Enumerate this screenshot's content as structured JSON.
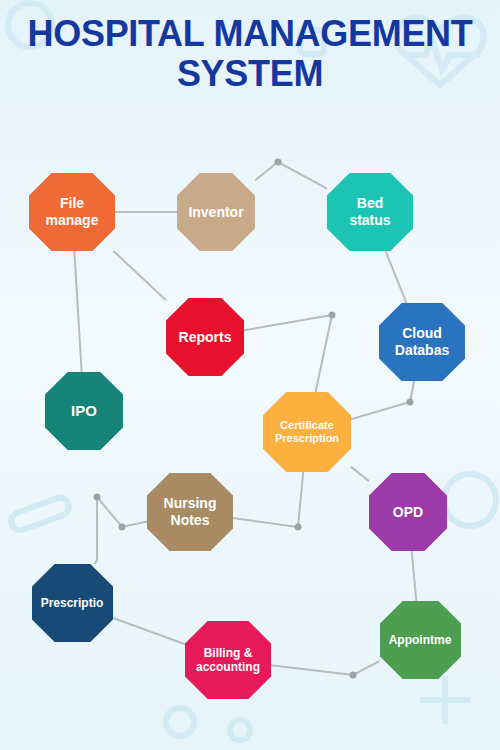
{
  "diagram": {
    "title": "HOSPITAL MANAGEMENT SYSTEM",
    "nodes": [
      {
        "text": [
          "File manage"
        ]
      },
      {
        "text": [
          "Inventor"
        ]
      },
      {
        "text": [
          "Bed status"
        ]
      },
      {
        "text": [
          "Reports"
        ]
      },
      {
        "text": [
          "Cloud Databas"
        ]
      },
      {
        "text": [
          "IPO"
        ]
      },
      {
        "text": [
          "Certificate Prescription"
        ]
      },
      {
        "text": [
          "OPD"
        ]
      },
      {
        "text": [
          "Nursing Notes"
        ]
      },
      {
        "text": [
          "Prescriptio"
        ]
      },
      {
        "text": [
          "Billing & accounting"
        ]
      },
      {
        "text": [
          "Appointme"
        ]
      }
    ],
    "edges": [
      {
        "from": 0,
        "to": 1,
        "arrow": "none"
      },
      {
        "from": 0,
        "to": 3,
        "arrow": "none"
      },
      {
        "from": 0,
        "to": 5,
        "arrow": "none"
      },
      {
        "from": 1,
        "to": 2,
        "arrow": "none"
      },
      {
        "from": 2,
        "to": 4,
        "arrow": "none"
      },
      {
        "from": 4,
        "to": 6,
        "arrow": "none"
      },
      {
        "from": 3,
        "to": 6,
        "arrow": "none"
      },
      {
        "from": 6,
        "to": 7,
        "arrow": "none"
      },
      {
        "from": 6,
        "to": 8,
        "arrow": "none"
      },
      {
        "from": 8,
        "to": 9,
        "arrow": "none"
      },
      {
        "from": 9,
        "to": 10,
        "arrow": "none"
      },
      {
        "from": 10,
        "to": 11,
        "arrow": "none"
      },
      {
        "from": 7,
        "to": 11,
        "arrow": "none"
      }
    ]
  }
}
